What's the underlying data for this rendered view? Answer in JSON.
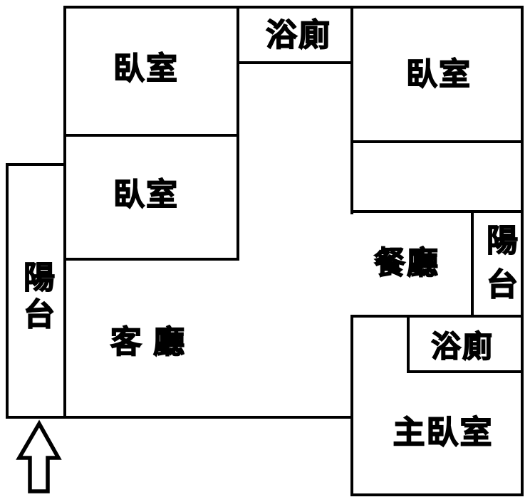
{
  "floorplan": {
    "background_color": "#ffffff",
    "wall_color": "#000000",
    "text_color": "#000000",
    "rooms": [
      {
        "name": "bedroom-top-left",
        "label": "臥室",
        "orientation": "horizontal"
      },
      {
        "name": "bathroom-top",
        "label": "浴廁",
        "orientation": "horizontal"
      },
      {
        "name": "bedroom-top-right",
        "label": "臥室",
        "orientation": "horizontal"
      },
      {
        "name": "bedroom-middle-left",
        "label": "臥室",
        "orientation": "horizontal"
      },
      {
        "name": "balcony-left",
        "label": "陽台",
        "orientation": "vertical"
      },
      {
        "name": "dining-room",
        "label": "餐廳",
        "orientation": "horizontal"
      },
      {
        "name": "balcony-right",
        "label": "陽台",
        "orientation": "vertical"
      },
      {
        "name": "living-room",
        "label": "客 廳",
        "orientation": "horizontal"
      },
      {
        "name": "bathroom-master",
        "label": "浴廁",
        "orientation": "horizontal"
      },
      {
        "name": "master-bedroom",
        "label": "主臥室",
        "orientation": "horizontal"
      }
    ],
    "entrance_arrow": {
      "direction": "up",
      "position": "bottom-left"
    }
  }
}
